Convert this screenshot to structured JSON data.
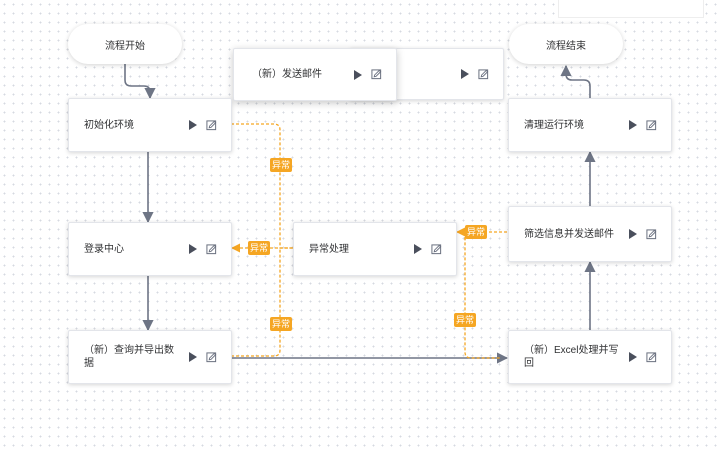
{
  "nodes": {
    "start": "流程开始",
    "end": "流程结束",
    "send_mail": "（新）发送邮件",
    "init_env": "初始化环境",
    "cleanup_env": "清理运行环境",
    "login": "登录中心",
    "exception": "异常处理",
    "filter_send": "筛选信息并发送邮件",
    "query_export": "（新）查询并导出数据",
    "excel_write": "（新）Excel处理并写回"
  },
  "tags": {
    "exception_label": "异常"
  },
  "colors": {
    "main_edge": "#6e7585",
    "exception_edge": "#f5a623",
    "tag_bg": "#f5a623"
  },
  "icons": [
    "play-icon",
    "edit-icon"
  ]
}
